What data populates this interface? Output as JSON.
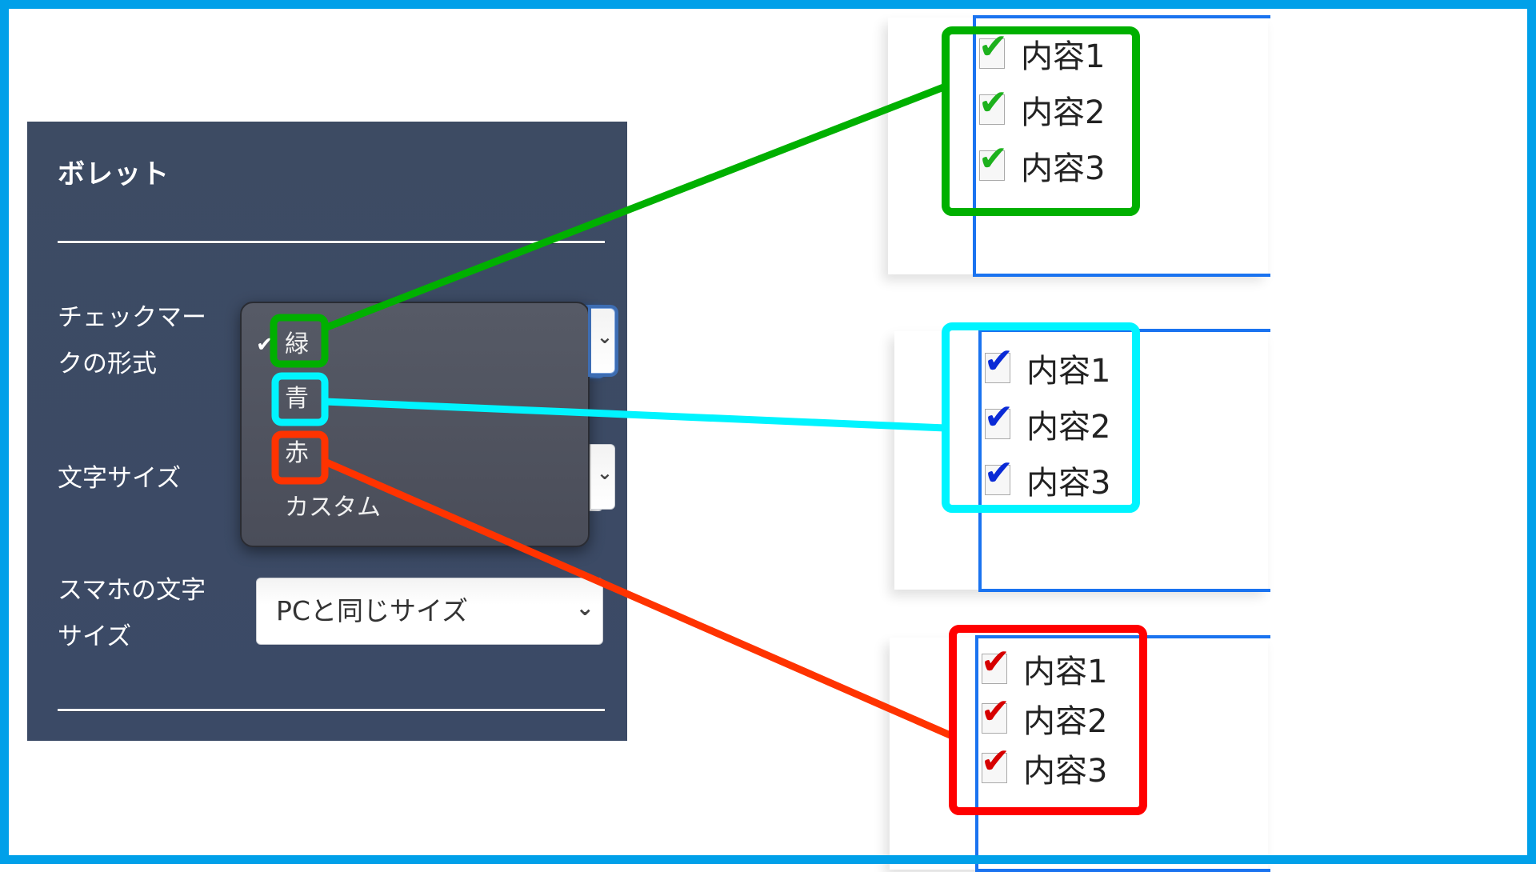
{
  "panel": {
    "title": "ボレット",
    "fields": [
      {
        "label_lines": [
          "チェックマー",
          "クの形式"
        ],
        "value": "緑",
        "chevron": "⌄"
      },
      {
        "label_lines": [
          "文字サイズ"
        ],
        "value": "",
        "chevron": "⌄"
      },
      {
        "label_lines": [
          "スマホの文字",
          "サイズ"
        ],
        "value": "PCと同じサイズ",
        "chevron": "⌄"
      }
    ]
  },
  "popup": {
    "selected_mark": "✔",
    "options": [
      "緑",
      "青",
      "赤",
      "カスタム"
    ],
    "selected_index": 0
  },
  "previews": [
    {
      "name": "green",
      "check_color": "#1db11d",
      "callout_color": "#00b000",
      "items": [
        "内容1",
        "内容2",
        "内容3"
      ],
      "mark": "✔"
    },
    {
      "name": "blue",
      "check_color": "#0a2ad6",
      "callout_color": "#00f4ff",
      "items": [
        "内容1",
        "内容2",
        "内容3"
      ],
      "mark": "✔"
    },
    {
      "name": "red",
      "check_color": "#d60000",
      "callout_color": "#ff0000",
      "items": [
        "内容1",
        "内容2",
        "内容3"
      ],
      "mark": "✔"
    }
  ],
  "colors": {
    "frame": "#00A0E9",
    "panel_bg": "#3d4b63",
    "green_line": "#00b000",
    "cyan_line": "#00f4ff",
    "red_line": "#ff3300",
    "preview_border": "#1a73f0"
  }
}
